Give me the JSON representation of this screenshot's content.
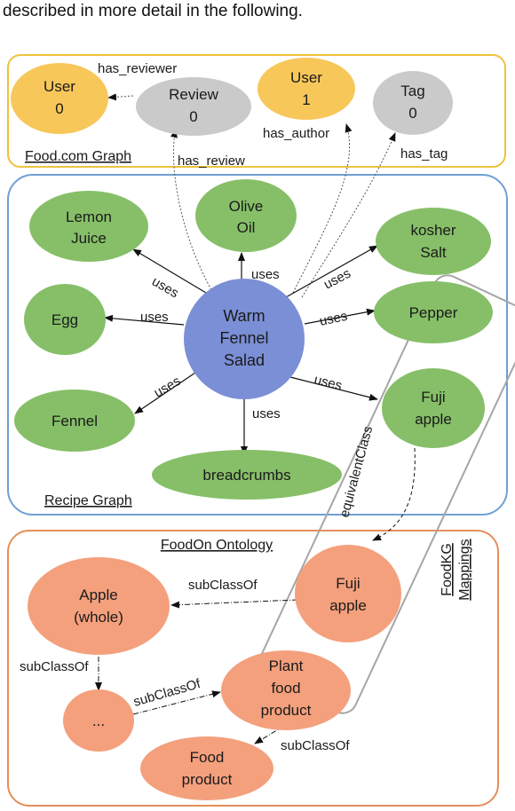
{
  "intro_text": "described in more detail in the following.",
  "groups": {
    "foodcom": "Food.com Graph",
    "recipe": "Recipe Graph",
    "foodon": "FoodOn Ontology",
    "mappings_line1": "FoodKG",
    "mappings_line2": "Mappings"
  },
  "nodes": {
    "user0": [
      "User",
      "0"
    ],
    "review0": [
      "Review",
      "0"
    ],
    "user1": [
      "User",
      "1"
    ],
    "tag0": [
      "Tag",
      "0"
    ],
    "lemon": [
      "Lemon",
      "Juice"
    ],
    "olive": [
      "Olive",
      "Oil"
    ],
    "salt": [
      "kosher",
      "Salt"
    ],
    "egg": [
      "Egg"
    ],
    "salad": [
      "Warm",
      "Fennel",
      "Salad"
    ],
    "pepper": [
      "Pepper"
    ],
    "fennel": [
      "Fennel"
    ],
    "fuji_recipe": [
      "Fuji",
      "apple"
    ],
    "breadcrumbs": [
      "breadcrumbs"
    ],
    "apple_whole": [
      "Apple",
      "(whole)"
    ],
    "fuji_foodon": [
      "Fuji",
      "apple"
    ],
    "ellipsis": [
      "..."
    ],
    "plant": [
      "Plant",
      "food",
      "product"
    ],
    "food_product": [
      "Food",
      "product"
    ]
  },
  "edge_labels": {
    "has_reviewer": "has_reviewer",
    "has_author": "has_author",
    "has_review": "has_review",
    "has_tag": "has_tag",
    "uses": "uses",
    "equivalentClass": "equivalentClass",
    "subClassOf": "subClassOf"
  },
  "colors": {
    "user": "#f7c75a",
    "grey": "#cacaca",
    "green": "#86bf68",
    "blue": "#7b8fd6",
    "orange": "#f4a07d",
    "foodcom_border": "#efc23b",
    "recipe_border": "#6f9fd4",
    "foodon_border": "#e58e5a",
    "mapping_border": "#a6a6a6"
  }
}
